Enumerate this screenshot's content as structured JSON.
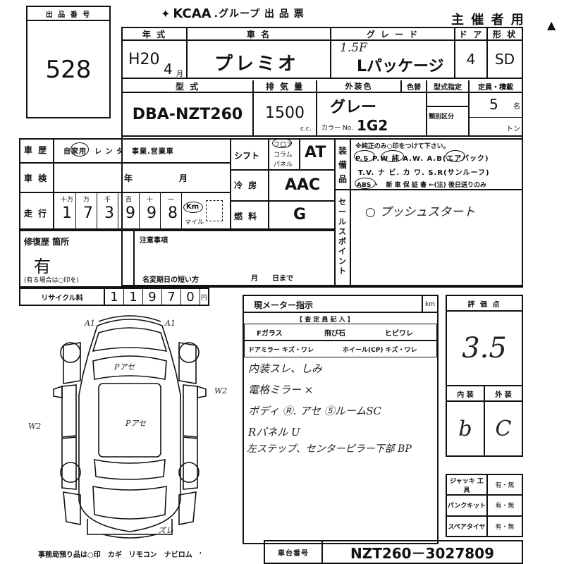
{
  "header": {
    "brand_logo": "KCAA",
    "brand_suffix": ".グループ 出 品 票",
    "organizer": "主 催 者 用",
    "top_mark": "▲"
  },
  "lot": {
    "label": "出 品 番 号",
    "value": "528"
  },
  "labels": {
    "year": "年 式",
    "name": "車 名",
    "grade": "グ レ ー ド",
    "doors": "ド ア",
    "body_type": "形 状",
    "model": "型 式",
    "displacement": "排 気 量",
    "ext_color": "外装色",
    "color_change": "色替",
    "type_designation": "型式指定",
    "capacity": "定員・積載",
    "classification": "類別区分",
    "cc": "c.c.",
    "color_no": "カラー No.",
    "ton": "トン",
    "persons": "名",
    "history": "車 歴",
    "history_options": "自家用　レ ン タ　事業.営業車",
    "inspection": "車 検",
    "year_unit": "年",
    "month_unit": "月",
    "shift": "シフト",
    "shift_options": [
      "フロア",
      "コラム",
      "パネル"
    ],
    "ac": "冷 房",
    "fuel": "燃 料",
    "mileage": "走 行",
    "digit_units": [
      "十万",
      "万",
      "千",
      "百",
      "十",
      "一"
    ],
    "km": "Km",
    "mile": "マイル",
    "equipment": "装 備 品",
    "equip_note": "※純正のみ○印をつけて下さい。",
    "equip_line1": "P.S  P.W  純 A.W.  A.B(エアバック)",
    "equip_line2": "T.V.  ナ ビ.  カ ワ.  S.R(サンルーフ)",
    "equip_line3": "ABS ・　新 車 保 証 書 ←(注) 後日送りのみ",
    "sales_point": "セールスポイント",
    "repair": "修復歴 箇所",
    "repair_note": "(有る場合は○印を)",
    "notes": "注意事項",
    "deadline": "名変期日の短い方",
    "deadline_units": "月　　日まで",
    "recycle": "リサイクル料",
    "recycle_unit": "円",
    "meter": "現メーター指示",
    "meter_unit": "km",
    "inspector": "【 査 定 員 記 入 】",
    "f_glass": "Fガラス",
    "f_glass_opt1": "飛び石",
    "f_glass_opt2": "ヒビワレ",
    "door_mirror": "ドアミラー キズ・ワレ",
    "wheel": "ホイール(CP) キズ・ワレ",
    "score": "評 価 点",
    "interior": "内 装",
    "exterior": "外 装",
    "jack": "ジャッキ 工 具",
    "puncture": "パンクキット",
    "spare": "スペアタイヤ",
    "avail": "有・無",
    "office_keys": "事務局預り品は○印　カギ　リモコン　ナビロム　'",
    "chassis": "車台番号"
  },
  "values": {
    "era_year": "H20",
    "month": "4",
    "month_unit": "月",
    "name": "プレミオ",
    "grade_top": "1.5F",
    "grade_main": "Lパッケージ",
    "doors": "4",
    "body_type": "SD",
    "model": "DBA-NZT260",
    "displacement": "1500",
    "color_name": "グレー",
    "color_no": "1G2",
    "capacity": "5",
    "shift": "AT",
    "ac": "AAC",
    "fuel": "G",
    "mileage_digits": [
      "1",
      "7",
      "3",
      "9",
      "9",
      "8"
    ],
    "repair": "有",
    "sales_point": "○ プッシュスタート",
    "recycle_digits": [
      "1",
      "1",
      "9",
      "7",
      "0"
    ],
    "score": "3.5",
    "interior_grade": "b",
    "exterior_grade": "C",
    "inspector_notes": [
      "内装スレ、しみ",
      "電格ミラー ×",
      "ボディ Ⓡ. アセ   ⑤ルームSC",
      "Rパネル U",
      "左ステップ、センターピラー下部 BP"
    ],
    "chassis_no": "NZT260－3027809",
    "diagram_marks": {
      "a1_left": "A1",
      "a1_right": "A1",
      "roof": "Pアセ",
      "body": "Pアセ",
      "w2_left": "W2",
      "w2_right": "W2",
      "rear": "ズレ"
    }
  }
}
